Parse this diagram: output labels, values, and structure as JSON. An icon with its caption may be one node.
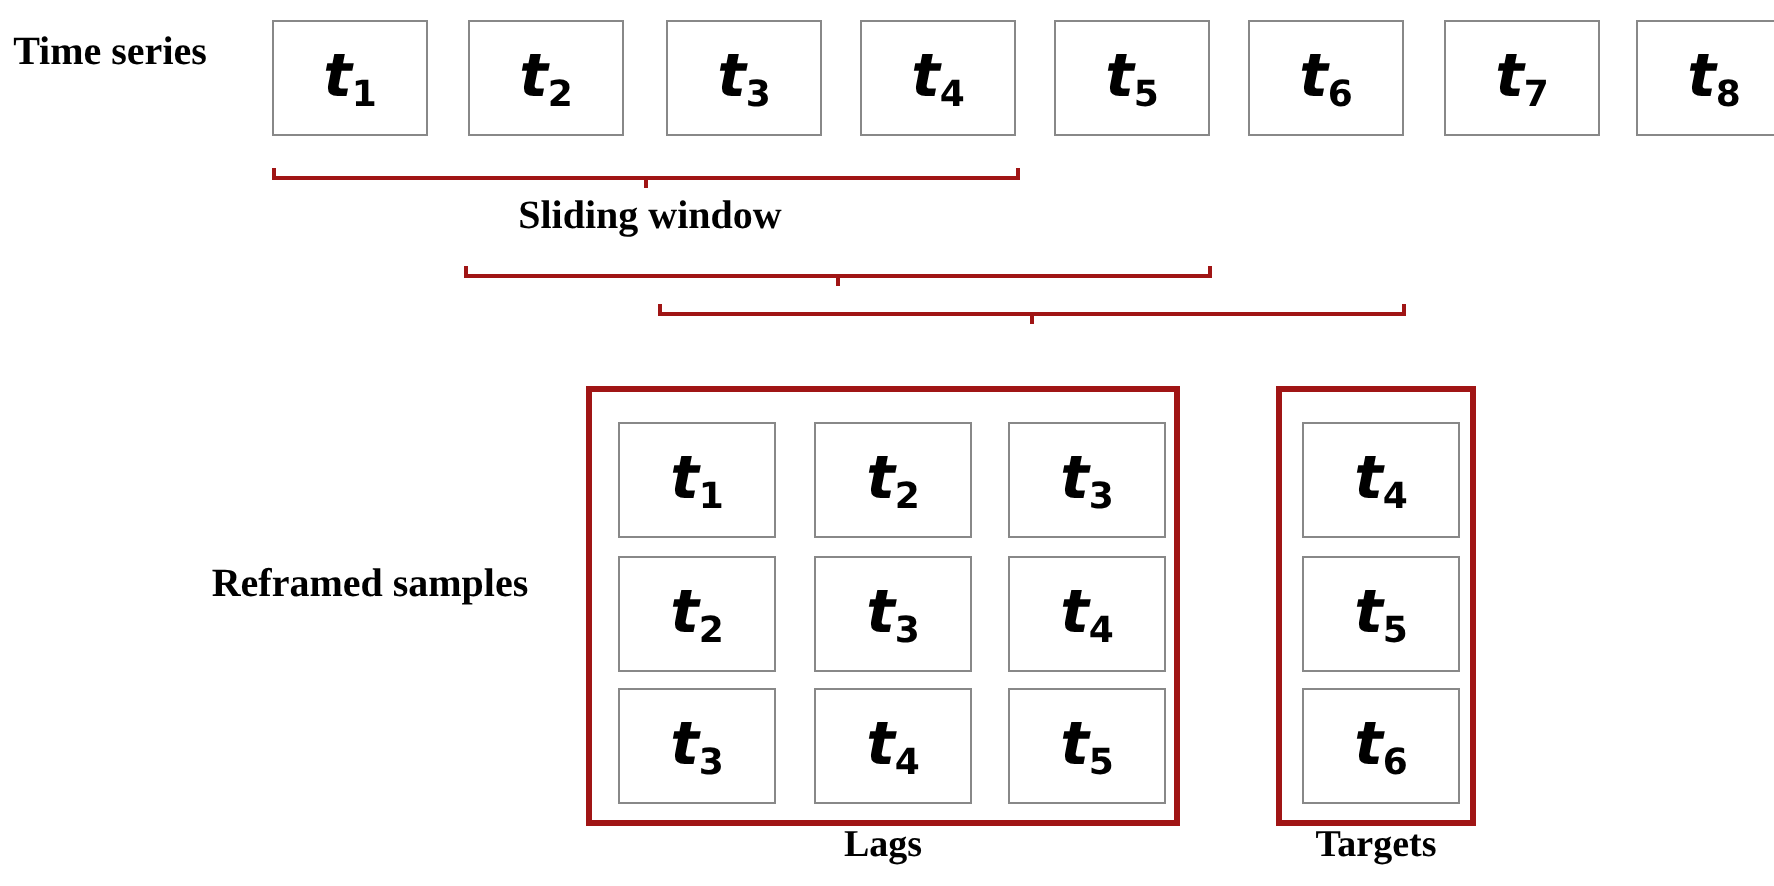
{
  "diagram": {
    "nodes": [
      {
        "text": [
          "t$_{1}$"
        ]
      },
      {
        "text": [
          "t$_{2}$"
        ]
      },
      {
        "text": [
          "t$_{3}$"
        ]
      },
      {
        "text": [
          "t$_{4}$"
        ]
      },
      {
        "text": [
          "t$_{5}$"
        ]
      },
      {
        "text": [
          "t$_{6}$"
        ]
      },
      {
        "text": [
          "t$_{7}$"
        ]
      },
      {
        "text": [
          "t$_{8}$"
        ]
      },
      {
        "text": [
          "Lags"
        ]
      },
      {
        "text": [
          "t$_{1}$"
        ],
        "in": 8
      },
      {
        "text": [
          "t$_{2}$"
        ],
        "in": 8
      },
      {
        "text": [
          "t$_{3}$"
        ],
        "in": 8
      },
      {
        "text": [
          "t$_{2}$"
        ],
        "in": 8
      },
      {
        "text": [
          "t$_{3}$"
        ],
        "in": 8
      },
      {
        "text": [
          "t$_{4}$"
        ],
        "in": 8
      },
      {
        "text": [
          "t$_{3}$"
        ],
        "in": 8
      },
      {
        "text": [
          "t$_{4}$"
        ],
        "in": 8
      },
      {
        "text": [
          "t$_{5}$"
        ],
        "in": 8
      },
      {
        "text": [
          "Targets"
        ]
      },
      {
        "text": [
          "t$_{4}$"
        ],
        "in": 18
      },
      {
        "text": [
          "t$_{5}$"
        ],
        "in": 18
      },
      {
        "text": [
          "t$_{6}$"
        ],
        "in": 18
      }
    ],
    "labels": [
      "Time series",
      "Sliding window",
      "Reframed samples"
    ]
  }
}
